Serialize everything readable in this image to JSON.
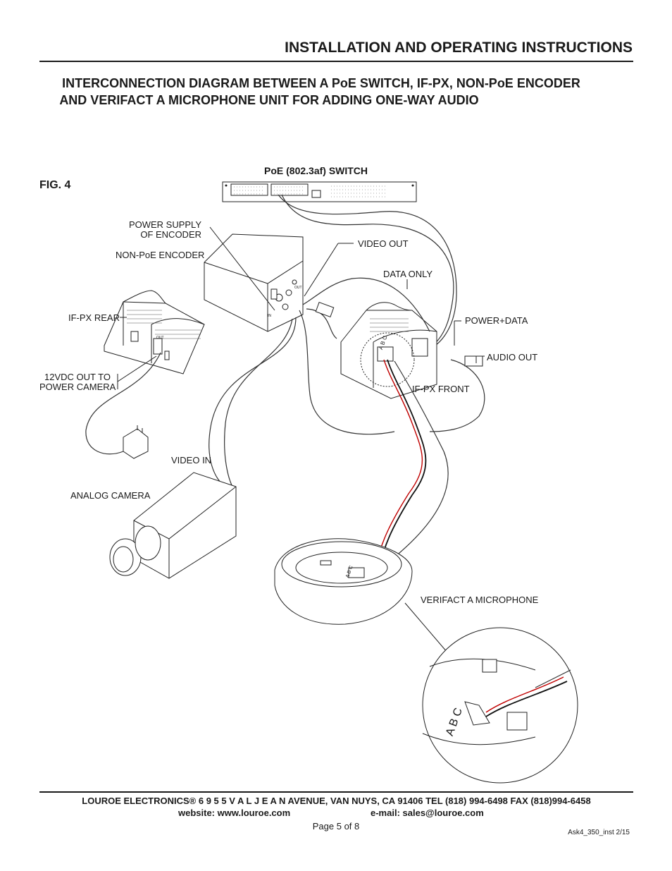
{
  "header": {
    "title": "INSTALLATION AND OPERATING INSTRUCTIONS"
  },
  "document": {
    "title_line1": "INTERCONNECTION DIAGRAM BETWEEN A PoE SWITCH, IF-PX, NON-PoE ENCODER",
    "title_line2": "AND VERIFACT A MICROPHONE UNIT FOR ADDING ONE-WAY AUDIO",
    "figure_label": "FIG. 4"
  },
  "diagram": {
    "poe_switch": "PoE (802.3af) SWITCH",
    "power_supply_line1": "POWER SUPPLY",
    "power_supply_line2": "OF ENCODER",
    "non_poe_encoder": "NON-PoE ENCODER",
    "video_out": "VIDEO OUT",
    "data_only": "DATA ONLY",
    "ifpx_rear": "IF-PX REAR",
    "power_data": "POWER+DATA",
    "audio_out": "AUDIO OUT",
    "vdc_line1": "12VDC OUT TO",
    "vdc_line2": "POWER CAMERA",
    "ifpx_front": "IF-PX FRONT",
    "video_in": "VIDEO IN",
    "analog_camera": "ANALOG CAMERA",
    "verifact_mic": "VERIFACT A MICROPHONE",
    "terminal_letters": "A B C",
    "out_mark": "OUT",
    "in_mark": "IN"
  },
  "footer": {
    "company_line": "LOUROE ELECTRONICS®   6 9 5 5  V A L J E A N  AVENUE, VAN NUYS, CA 91406   TEL (818) 994-6498   FAX (818)994-6458",
    "website": "website: www.louroe.com",
    "email": "e-mail: sales@louroe.com",
    "page": "Page 5 of 8",
    "doc_code": "Ask4_350_inst 2/15"
  }
}
